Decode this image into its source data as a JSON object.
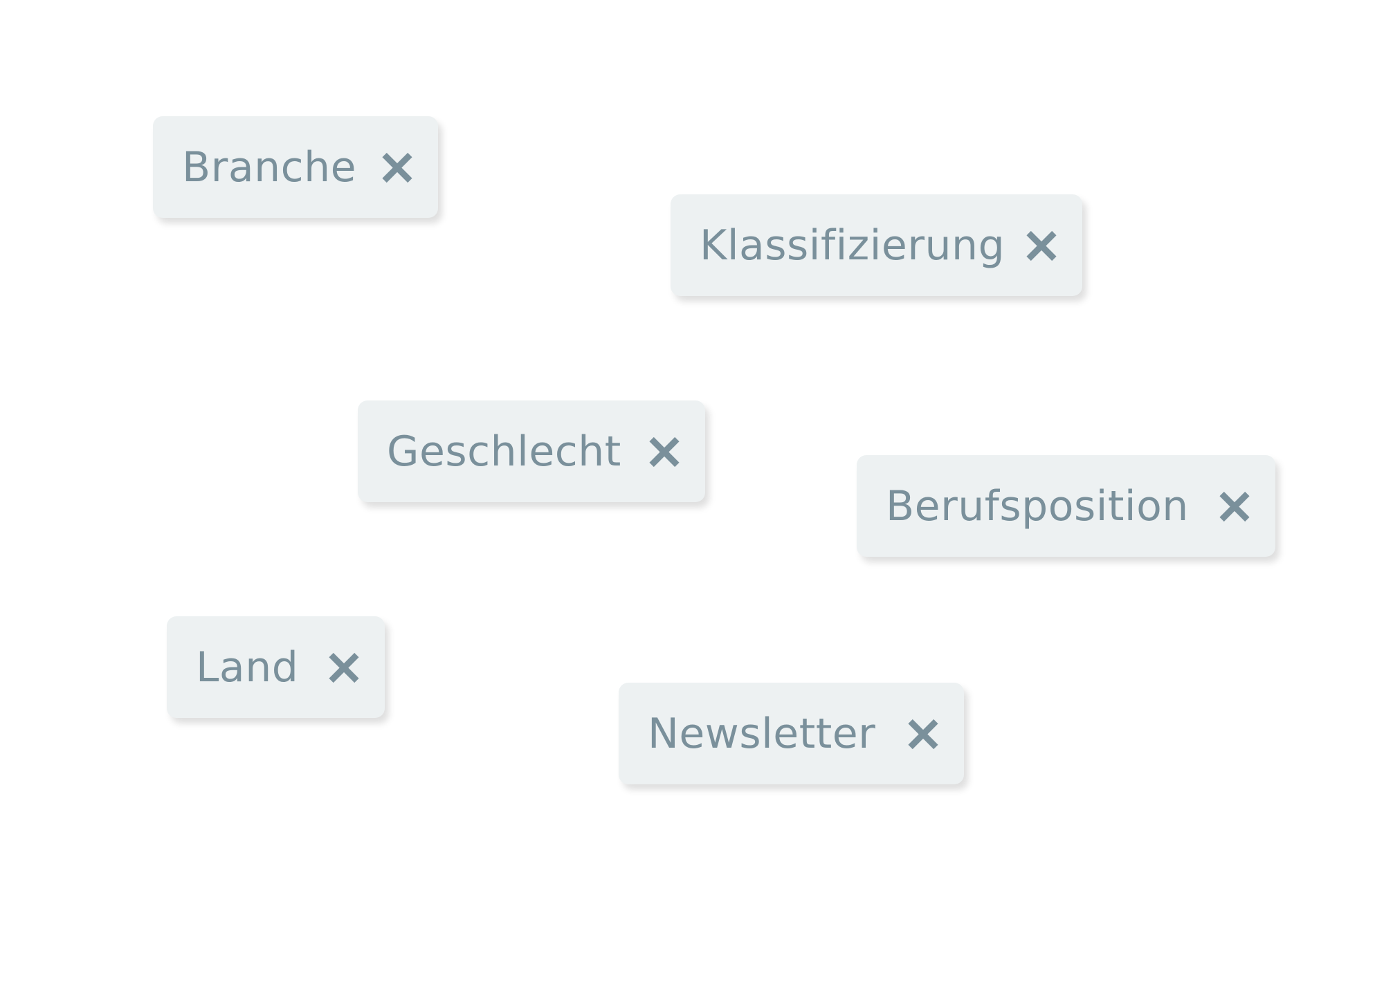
{
  "chips": [
    {
      "label": "Branche"
    },
    {
      "label": "Klassifizierung"
    },
    {
      "label": "Geschlecht"
    },
    {
      "label": "Berufsposition"
    },
    {
      "label": "Land"
    },
    {
      "label": "Newsletter"
    }
  ],
  "colors": {
    "chip_bg": "#edf1f2",
    "chip_text": "#7a909b"
  }
}
